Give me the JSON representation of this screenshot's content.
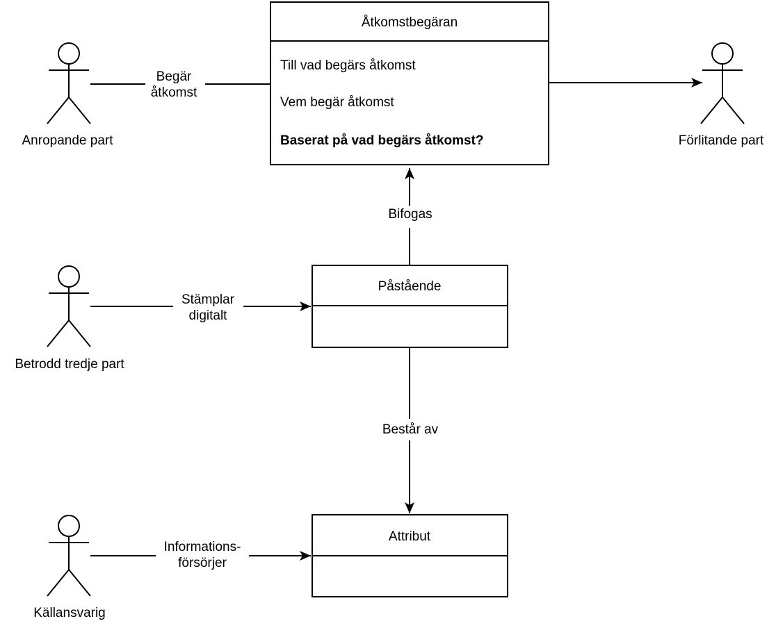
{
  "diagram": {
    "background_color": "#ffffff",
    "line_color": "#000000",
    "text_color": "#000000",
    "classes": [
      {
        "id": "atkomstbegaran",
        "title": "Åtkomstbegäran",
        "attributes": [
          "Till vad begärs åtkomst",
          "Vem begär åtkomst",
          "Baserat på vad begärs åtkomst?"
        ]
      },
      {
        "id": "pastaende",
        "title": "Påstående",
        "attributes": []
      },
      {
        "id": "attribut",
        "title": "Attribut",
        "attributes": []
      }
    ],
    "actors": [
      {
        "id": "anropande-part",
        "label": "Anropande part"
      },
      {
        "id": "forlitande-part",
        "label": "Förlitande part"
      },
      {
        "id": "betrodd-tredje-part",
        "label": "Betrodd tredje part"
      },
      {
        "id": "kallansvarig",
        "label": "Källansvarig"
      }
    ],
    "relations": [
      {
        "id": "begar-atkomst",
        "from": "Anropande part",
        "to": "Åtkomstbegäran",
        "arrow": false,
        "lines": [
          "Begär",
          "åtkomst"
        ]
      },
      {
        "id": "stamplar-digitalt",
        "from": "Betrodd tredje part",
        "to": "Påstående",
        "arrow": true,
        "lines": [
          "Stämplar",
          "digitalt"
        ]
      },
      {
        "id": "informationsforsorjer",
        "from": "Källansvarig",
        "to": "Attribut",
        "arrow": true,
        "lines": [
          "Informations-",
          "försörjer"
        ]
      },
      {
        "id": "bifogas",
        "from": "Påstående",
        "to": "Åtkomstbegäran",
        "arrow": true,
        "lines": [
          "Bifogas"
        ]
      },
      {
        "id": "bestar-av",
        "from": "Påstående",
        "to": "Attribut",
        "arrow": true,
        "lines": [
          "Består av"
        ]
      },
      {
        "id": "till-forlitande",
        "from": "Åtkomstbegäran",
        "to": "Förlitande part",
        "arrow": true,
        "lines": []
      }
    ]
  }
}
